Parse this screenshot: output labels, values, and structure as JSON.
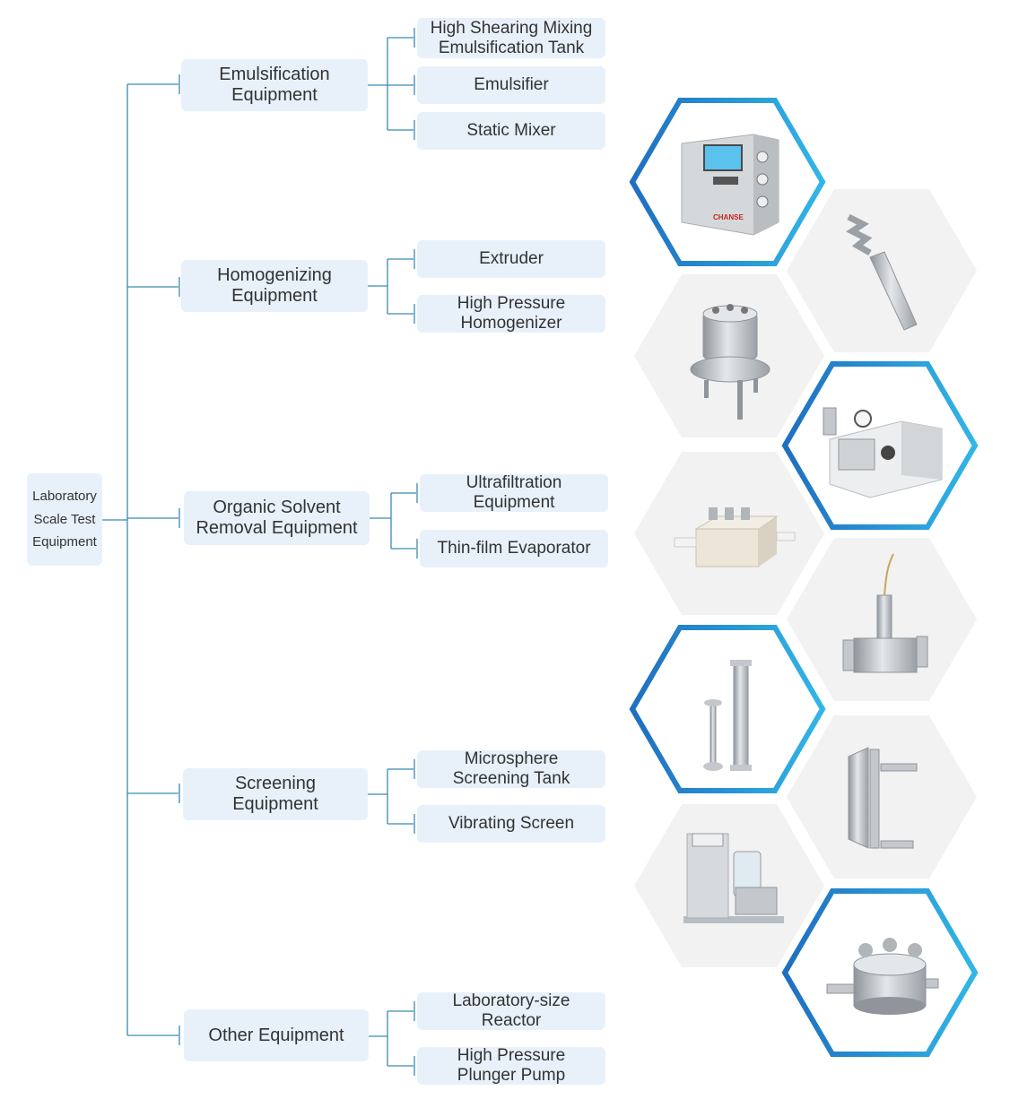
{
  "root": "Laboratory\nScale Test\nEquipment",
  "categories": [
    {
      "label": "Emulsification\nEquipment",
      "items": [
        "High Shearing Mixing\nEmulsification Tank",
        "Emulsifier",
        "Static Mixer"
      ]
    },
    {
      "label": "Homogenizing\nEquipment",
      "items": [
        "Extruder",
        "High Pressure\nHomogenizer"
      ]
    },
    {
      "label": "Organic Solvent\nRemoval Equipment",
      "items": [
        "Ultrafiltration\nEquipment",
        "Thin-film Evaporator"
      ]
    },
    {
      "label": "Screening\nEquipment",
      "items": [
        "Microsphere\nScreening Tank",
        "Vibrating Screen"
      ]
    },
    {
      "label": "Other Equipment",
      "items": [
        "Laboratory-size\nReactor",
        "High Pressure\nPlunger Pump"
      ]
    }
  ],
  "photo_brand": "CHANSE",
  "colors": {
    "line": "#3a8ab4",
    "node_bg": "#e8f1fa",
    "hex_gray": "#f2f2f2",
    "frame_dark": "#1f6fc0",
    "frame_light": "#32b6e6",
    "steel": "#c4c8cc",
    "screen": "#5bc2ee"
  }
}
